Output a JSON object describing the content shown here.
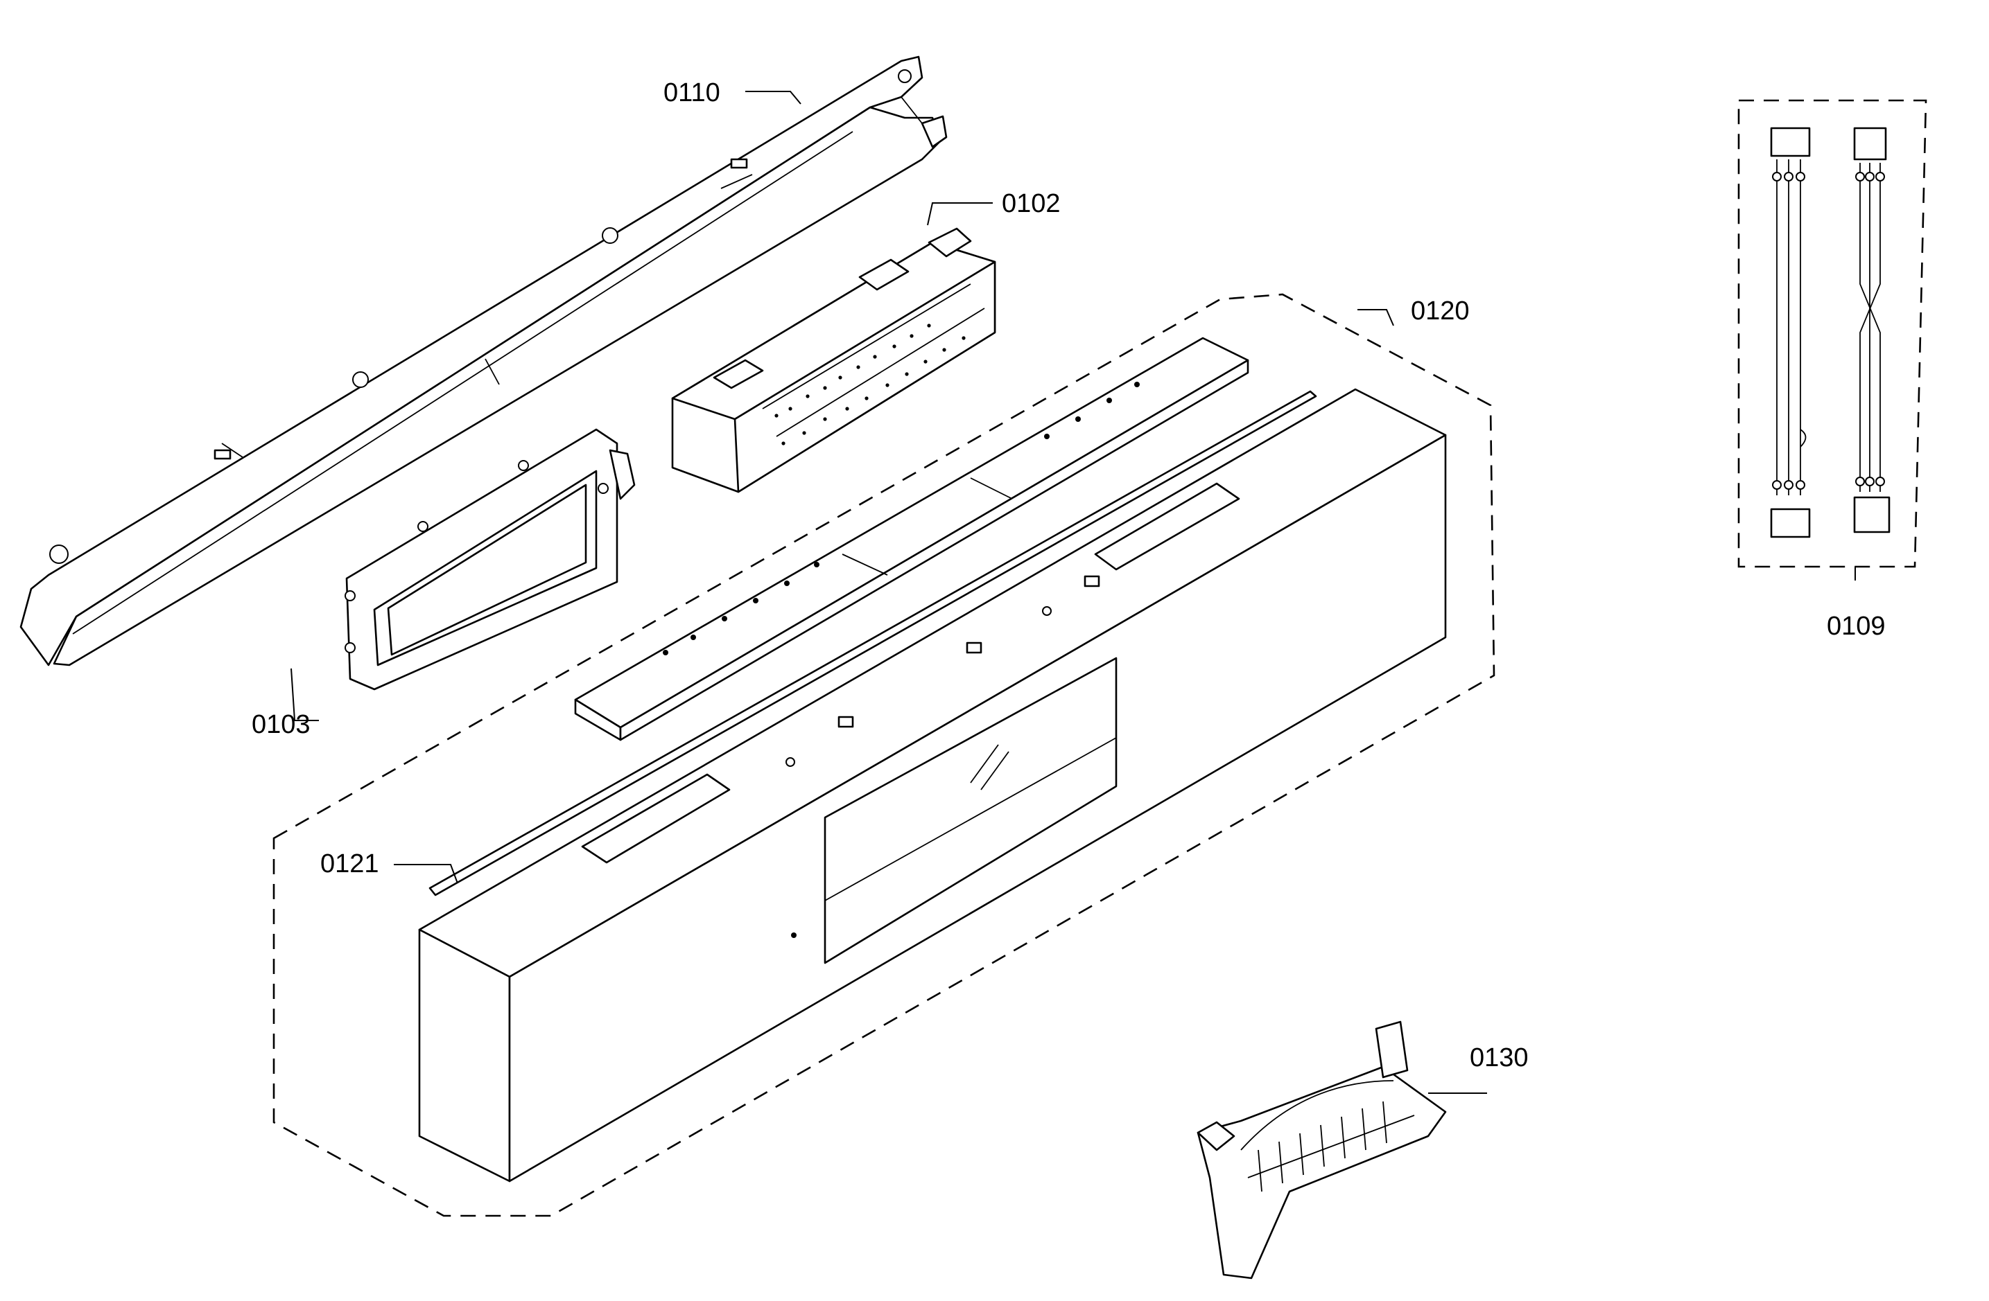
{
  "callouts": {
    "p0110": "0110",
    "p0102": "0102",
    "p0120": "0120",
    "p0103": "0103",
    "p0121": "0121",
    "p0109": "0109",
    "p0130": "0130"
  }
}
